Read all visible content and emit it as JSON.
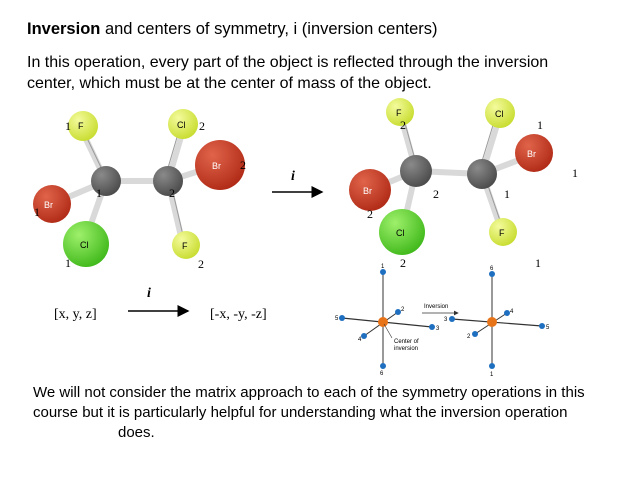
{
  "title": {
    "bold": "Inversion",
    "rest": " and centers of symmetry, i (inversion centers)"
  },
  "intro": {
    "line1": "In this operation, every part of the object is reflected through the inversion",
    "line2": "center, which must be at the center of mass of the object."
  },
  "left_molecule": {
    "atoms": {
      "f_top": "F",
      "cl_top": "Cl",
      "br_right": "Br",
      "br_left": "Br",
      "cl_bottom": "Cl",
      "f_bottom": "F"
    },
    "numbers": {
      "n1a": "1",
      "n2a": "2",
      "n2b": "2",
      "n1b": "1",
      "n2c": "2",
      "n1c": "1",
      "n1d": "1",
      "n2d": "2"
    }
  },
  "right_molecule": {
    "atoms": {
      "f_top": "F",
      "cl_top": "Cl",
      "br_right": "Br",
      "br_left": "Br",
      "cl_bottom": "Cl",
      "f_bottom": "F"
    },
    "numbers": {
      "n2a": "2",
      "n1a": "1",
      "n1b": "1",
      "n2b": "2",
      "n1c": "1",
      "n2c": "2",
      "n2d": "2",
      "n1d": "1"
    }
  },
  "operation_symbol": "i",
  "coords": {
    "before": "[x, y, z]",
    "after": "[-x, -y, -z]"
  },
  "diagram": {
    "inversion_label": "Inversion",
    "center_label_1": "Center of",
    "center_label_2": "inversion",
    "left_numbers": {
      "top": "1",
      "bottom": "6",
      "left": "5",
      "right": "3",
      "front": "2",
      "back": "4"
    },
    "right_numbers": {
      "top": "6",
      "bottom": "1",
      "left": "3",
      "right": "5",
      "front": "4",
      "back": "2"
    }
  },
  "footer": {
    "line1": "We will not consider the matrix approach to each of the symmetry operations in this",
    "line2": "course but it is particularly helpful for understanding what the inversion operation",
    "line3": "does."
  },
  "colors": {
    "fluorine": "#d8ec4a",
    "chlorine": "#5fd62e",
    "bromine": "#c63a24",
    "carbon": "#666666",
    "bond": "#d9d9d9",
    "diagram_axis": "#333333",
    "diagram_node": "#1f6fc0",
    "diagram_center": "#e8741a"
  }
}
